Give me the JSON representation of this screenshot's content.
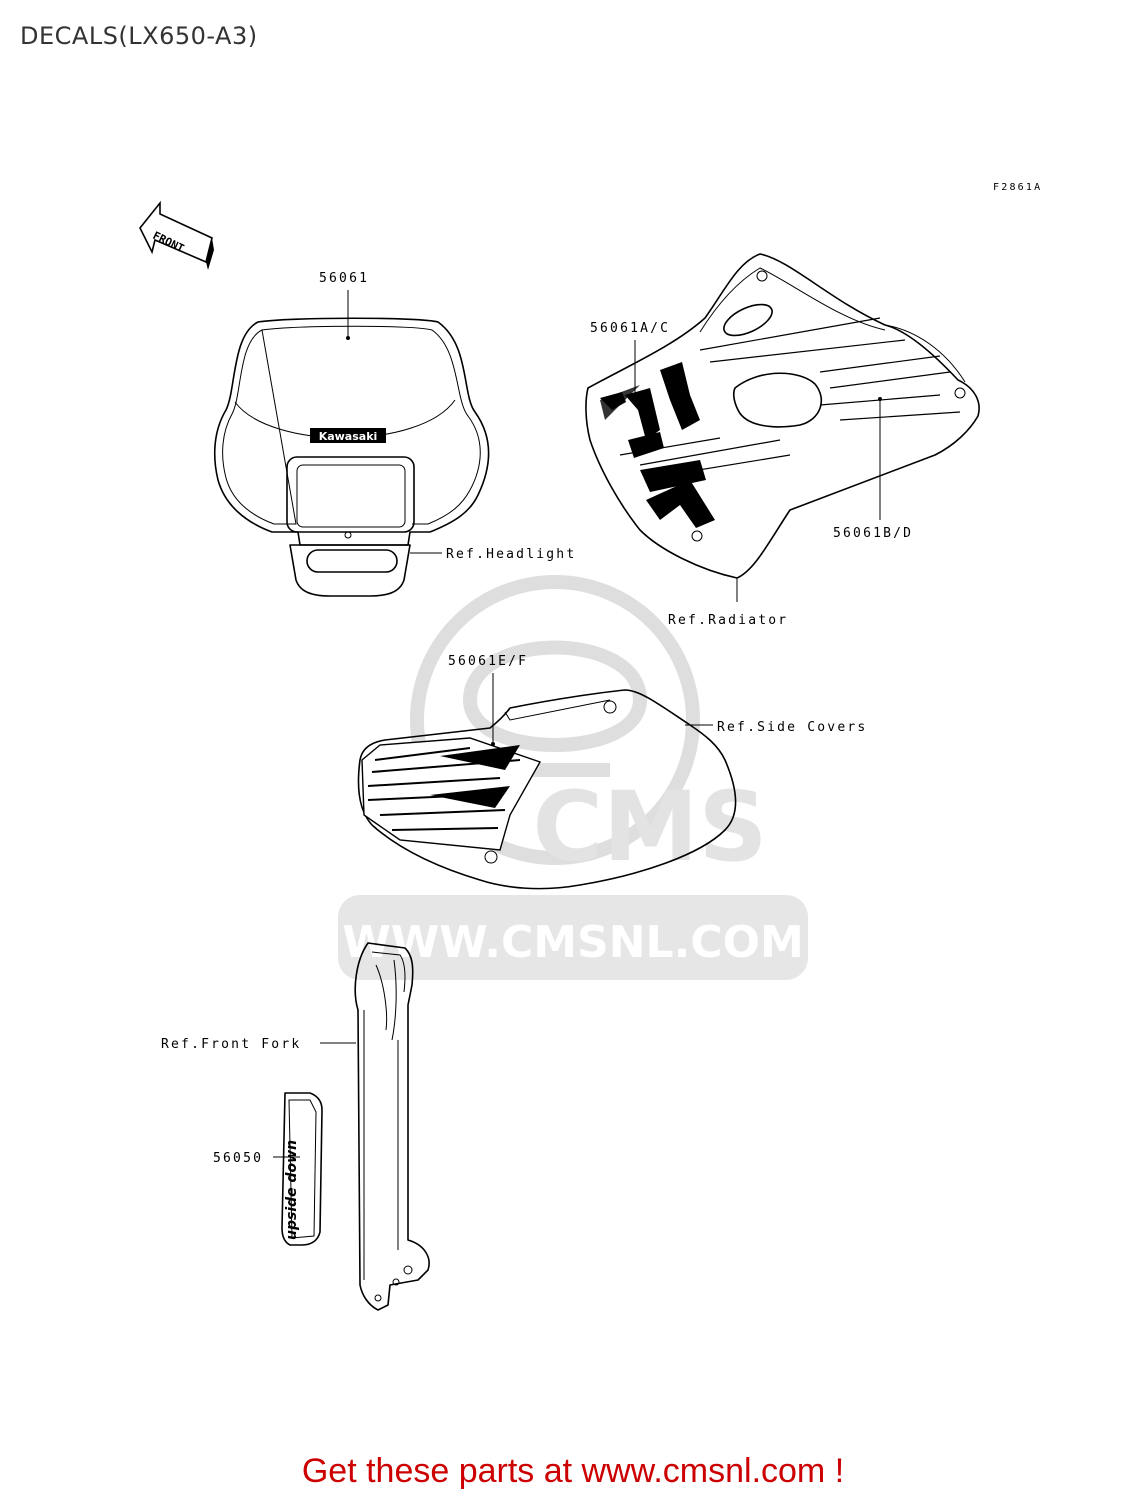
{
  "header": {
    "title": "DECALS(LX650-A3)"
  },
  "diagram": {
    "figure_code": "F2861A",
    "front_arrow": "FRONT",
    "headlight_brand": "Kawasaki",
    "callouts": {
      "headlight_decal": "56061",
      "shroud_decal_upper": "56061A/C",
      "shroud_decal_lower": "56061B/D",
      "side_cover_decal": "56061E/F",
      "fork_decal": "56050"
    },
    "references": {
      "headlight": "Ref.Headlight",
      "radiator": "Ref.Radiator",
      "side_covers": "Ref.Side Covers",
      "front_fork": "Ref.Front Fork"
    },
    "fork_decal_text": "upside down"
  },
  "watermark": {
    "text": "WWW.CMSNL.COM",
    "brand": "CMS",
    "color": "#d9d9d9"
  },
  "footer": {
    "banner": "Get these parts at www.cmsnl.com !",
    "color": "#cc0000"
  }
}
